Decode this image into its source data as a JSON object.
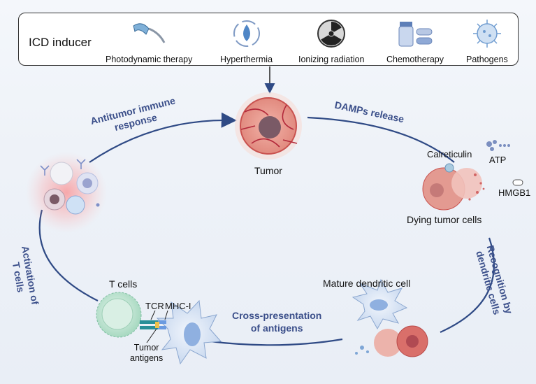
{
  "inducer": {
    "title": "ICD inducer",
    "items": [
      {
        "label": "Photodynamic therapy",
        "icon": "ultrasound-probe-icon"
      },
      {
        "label": "Hyperthermia",
        "icon": "flame-drop-icon"
      },
      {
        "label": "Ionizing radiation",
        "icon": "radiation-icon"
      },
      {
        "label": "Chemotherapy",
        "icon": "pill-bottle-icon"
      },
      {
        "label": "Pathogens",
        "icon": "virus-icon"
      }
    ]
  },
  "cycle": {
    "tumor": "Tumor",
    "antitumor_line1": "Antitumor immune",
    "antitumor_line2": "response",
    "damps": "DAMPs release",
    "calreticulin": "Calreticulin",
    "atp": "ATP",
    "hmgb1": "HMGB1",
    "dying": "Dying tumor cells",
    "recognition_line1": "Recognition by",
    "recognition_line2": "dendritic cells",
    "mature_dc": "Mature dendritic cell",
    "cross_line1": "Cross-presentation",
    "cross_line2": "of antigens",
    "tcells": "T cells",
    "tcr": "TCR",
    "mhc": "MHC-I",
    "tumor_antigens_line1": "Tumor",
    "tumor_antigens_line2": "antigens",
    "activation_line1": "Activation of",
    "activation_line2": "T cells"
  },
  "colors": {
    "arrow": "#2f4a85",
    "label_blue": "#3b4f8a",
    "tumor_red": "#c9524f",
    "dc_blue": "#a9c4ea",
    "tcell_green": "#b9e2cf"
  }
}
